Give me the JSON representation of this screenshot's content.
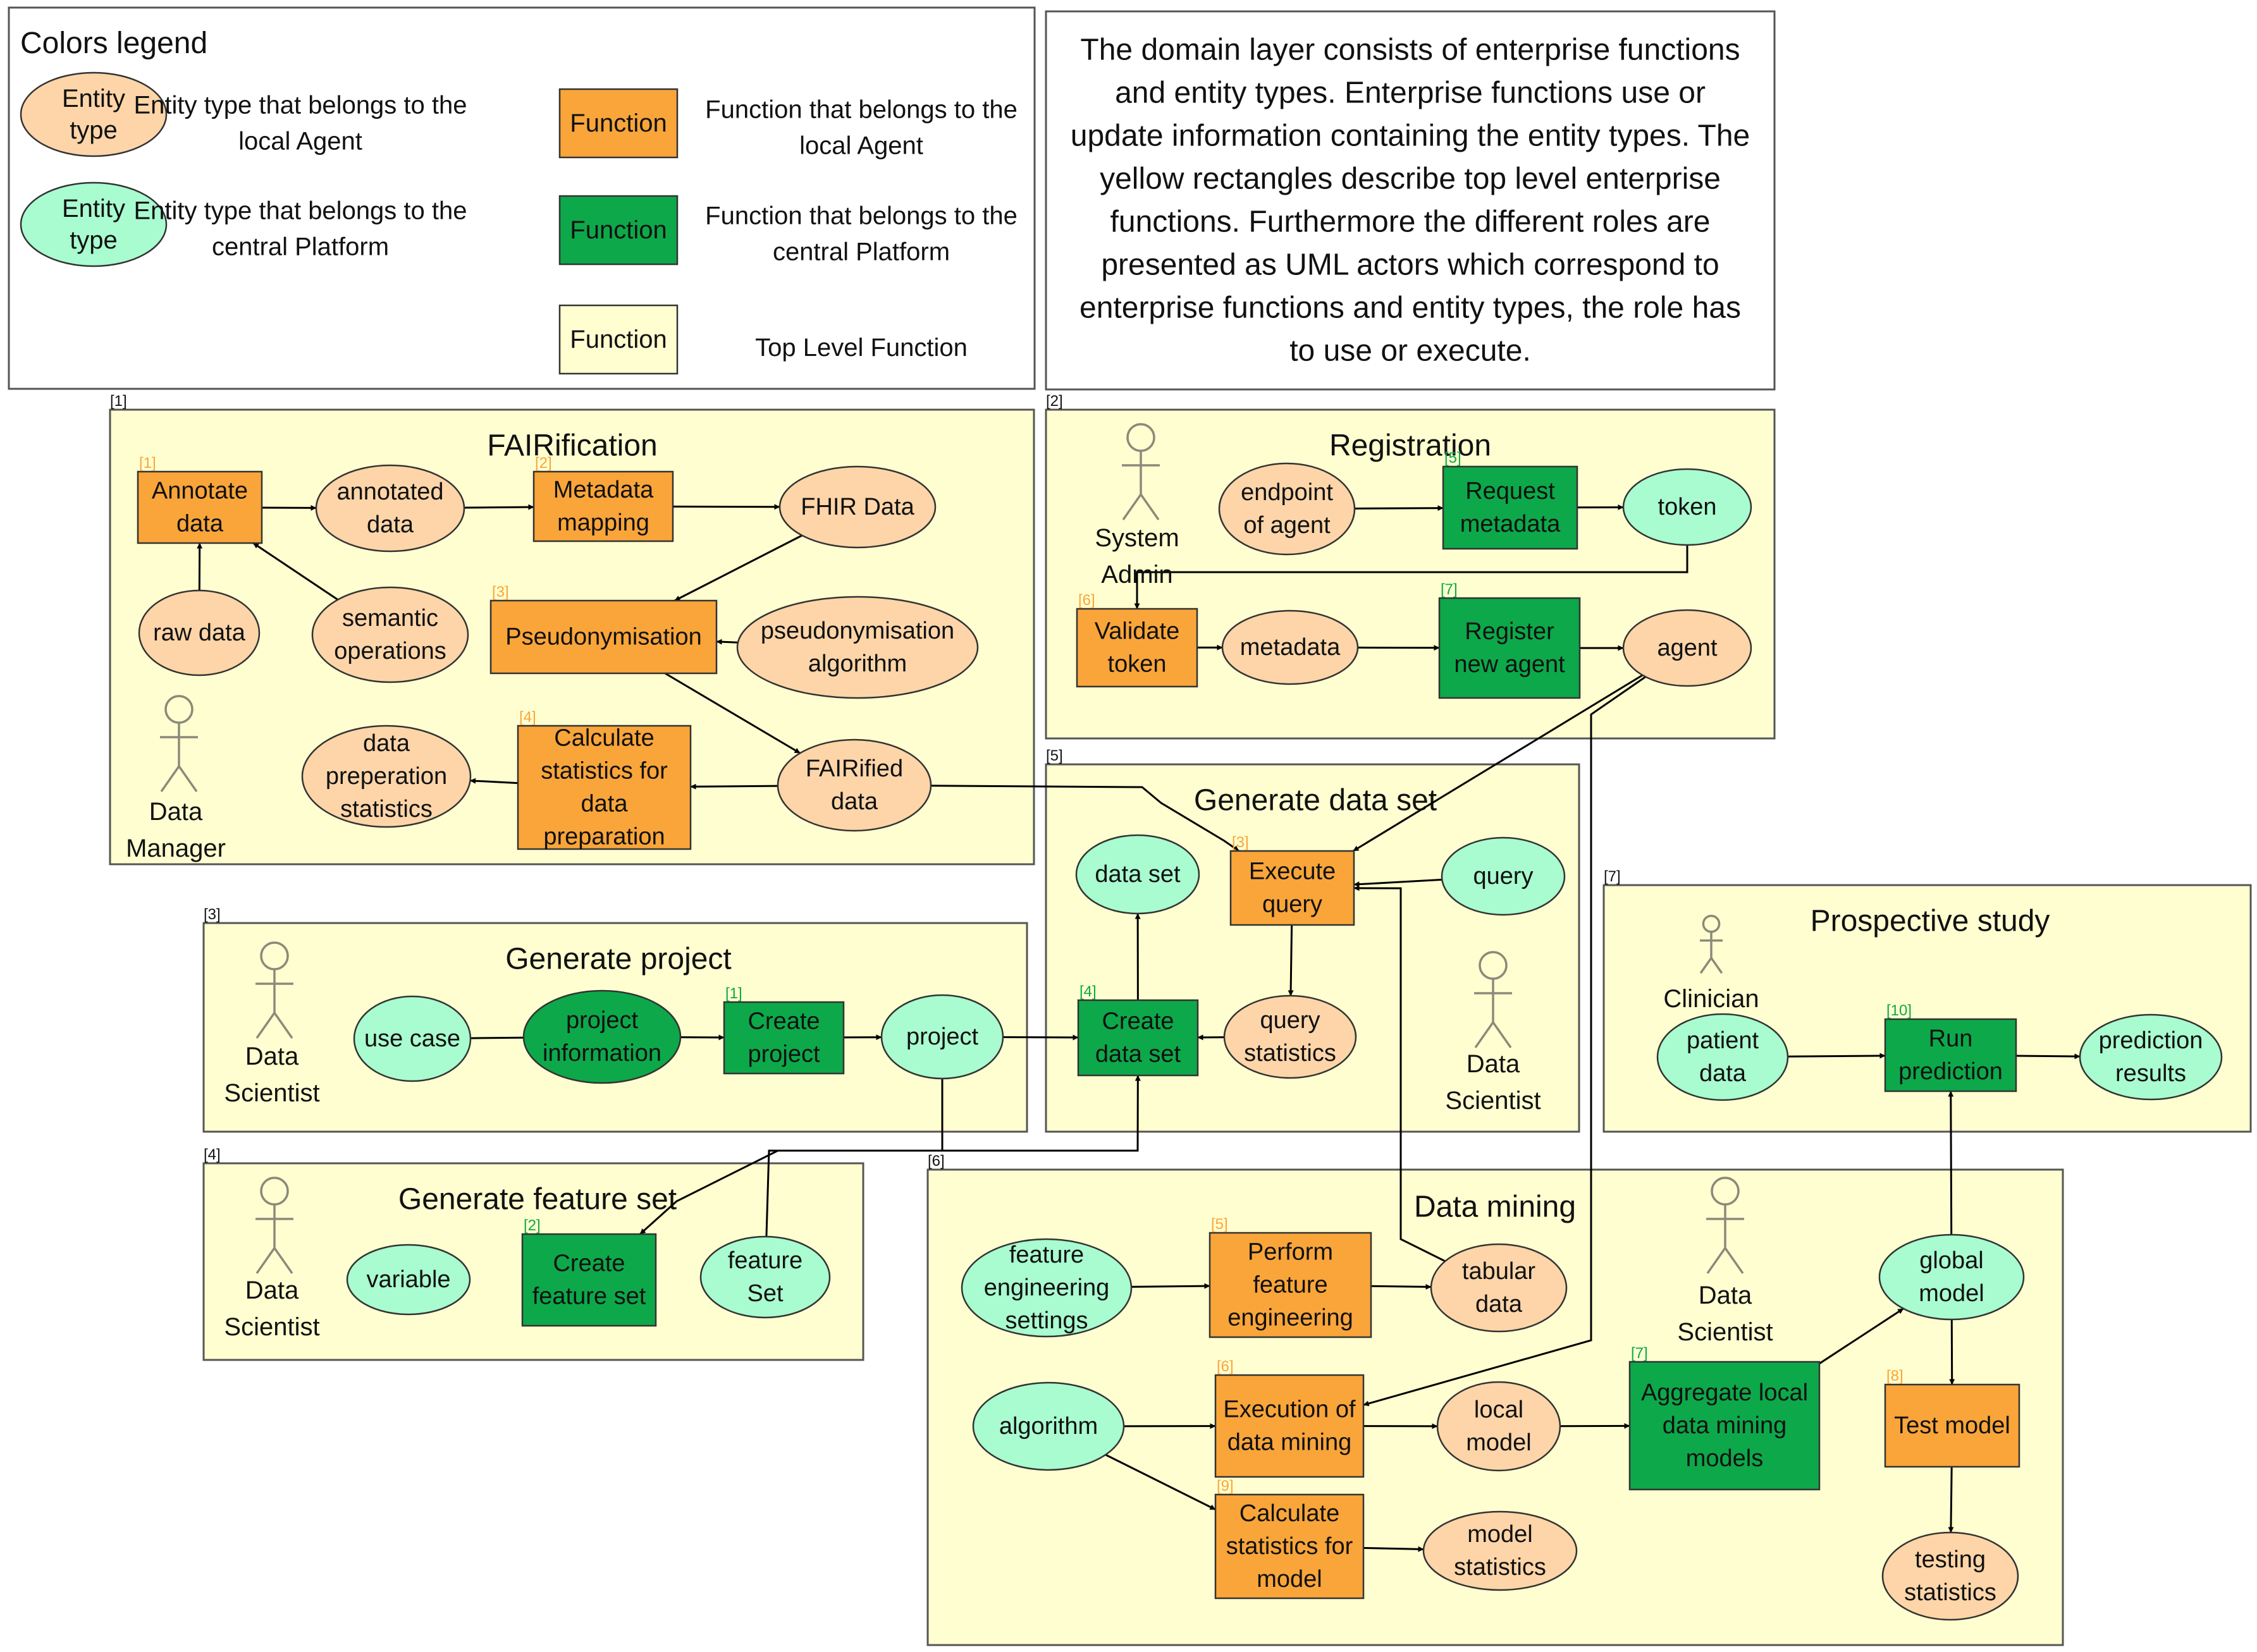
{
  "legend": {
    "title": "Colors legend",
    "rows": [
      {
        "sample": "Entity type",
        "desc": "Entity type that belongs to the local Agent"
      },
      {
        "sample": "Entity type",
        "desc": "Entity type that belongs to the central Platform"
      },
      {
        "sample": "Function",
        "desc": "Function that belongs to the local Agent"
      },
      {
        "sample": "Function",
        "desc": "Function that belongs to the central Platform"
      },
      {
        "sample": "Function",
        "desc": "Top Level Function"
      }
    ]
  },
  "intro": "The domain layer consists of enterprise functions and entity types. Enterprise functions use or update information containing the entity types. The yellow rectangles describe top level enterprise functions. Furthermore the different roles are presented as UML actors which correspond to enterprise functions and entity types, the role has to use or execute.",
  "colors": {
    "local_entity": "#fdd5a8",
    "central_entity": "#a8fcd0",
    "local_function": "#f9a53a",
    "central_function": "#0da84a",
    "top_level": "#fffed0",
    "tag_local": "#f9a53a",
    "tag_central": "#0da84a"
  },
  "panels": [
    {
      "id": "fair",
      "tag": "[1]",
      "title": "FAIRification"
    },
    {
      "id": "reg",
      "tag": "[2]",
      "title": "Registration"
    },
    {
      "id": "proj",
      "tag": "[3]",
      "title": "Generate project"
    },
    {
      "id": "feat",
      "tag": "[4]",
      "title": "Generate feature set"
    },
    {
      "id": "gen",
      "tag": "[5]",
      "title": "Generate data set"
    },
    {
      "id": "dm",
      "tag": "[6]",
      "title": "Data mining"
    },
    {
      "id": "pros",
      "tag": "[7]",
      "title": "Prospective study"
    }
  ],
  "actors": [
    {
      "id": "dmgr",
      "label": "Data Manager"
    },
    {
      "id": "sysadmin",
      "label": "System Admin"
    },
    {
      "id": "ds_proj",
      "label": "Data Scientist"
    },
    {
      "id": "ds_feat",
      "label": "Data Scientist"
    },
    {
      "id": "ds_gen",
      "label": "Data Scientist"
    },
    {
      "id": "ds_dm",
      "label": "Data Scientist"
    },
    {
      "id": "clin",
      "label": "Clinician"
    }
  ],
  "nodes": [
    {
      "id": "annotate",
      "kind": "local_function",
      "label": "Annotate data",
      "num": "[1]"
    },
    {
      "id": "annotated",
      "kind": "local_entity",
      "label": "annotated data"
    },
    {
      "id": "mapping",
      "kind": "local_function",
      "label": "Metadata mapping",
      "num": "[2]"
    },
    {
      "id": "fhir",
      "kind": "local_entity",
      "label": "FHIR Data"
    },
    {
      "id": "raw",
      "kind": "local_entity",
      "label": "raw data"
    },
    {
      "id": "semantic",
      "kind": "local_entity",
      "label": "semantic operations"
    },
    {
      "id": "pseudo",
      "kind": "local_function",
      "label": "Pseudonymisation",
      "num": "[3]"
    },
    {
      "id": "pseudoalg",
      "kind": "local_entity",
      "label": "pseudonymisation algorithm"
    },
    {
      "id": "calcstat",
      "kind": "local_function",
      "label": "Calculate statistics for data preparation",
      "num": "[4]"
    },
    {
      "id": "prepstat",
      "kind": "local_entity",
      "label": "data preperation statistics"
    },
    {
      "id": "fairified",
      "kind": "local_entity",
      "label": "FAIRified data"
    },
    {
      "id": "endpoint",
      "kind": "local_entity",
      "label": "endpoint of agent"
    },
    {
      "id": "reqmeta",
      "kind": "central_function",
      "label": "Request metadata",
      "num": "[5]"
    },
    {
      "id": "token",
      "kind": "central_entity",
      "label": "token"
    },
    {
      "id": "validate",
      "kind": "local_function",
      "label": "Validate token",
      "num": "[6]"
    },
    {
      "id": "metadata",
      "kind": "local_entity",
      "label": "metadata"
    },
    {
      "id": "register",
      "kind": "central_function",
      "label": "Register new agent",
      "num": "[7]"
    },
    {
      "id": "agent",
      "kind": "local_entity",
      "label": "agent"
    },
    {
      "id": "dataset",
      "kind": "central_entity",
      "label": "data set"
    },
    {
      "id": "execquery",
      "kind": "local_function",
      "label": "Execute query",
      "num": "[3]"
    },
    {
      "id": "query",
      "kind": "central_entity",
      "label": "query"
    },
    {
      "id": "createds",
      "kind": "central_function",
      "label": "Create data set",
      "num": "[4]"
    },
    {
      "id": "querystat",
      "kind": "local_entity",
      "label": "query statistics"
    },
    {
      "id": "usecase",
      "kind": "central_entity",
      "label": "use case"
    },
    {
      "id": "projinfo",
      "kind": "central_function",
      "label": "project information"
    },
    {
      "id": "createproj",
      "kind": "central_function",
      "label": "Create project",
      "num": "[1]"
    },
    {
      "id": "project",
      "kind": "central_entity",
      "label": "project"
    },
    {
      "id": "variable",
      "kind": "central_entity",
      "label": "variable"
    },
    {
      "id": "createfeat",
      "kind": "central_function",
      "label": "Create feature set",
      "num": "[2]"
    },
    {
      "id": "featset",
      "kind": "central_entity",
      "label": "feature Set"
    },
    {
      "id": "patient",
      "kind": "central_entity",
      "label": "patient data"
    },
    {
      "id": "runpred",
      "kind": "central_function",
      "label": "Run prediction",
      "num": "[10]"
    },
    {
      "id": "predres",
      "kind": "central_entity",
      "label": "prediction results"
    },
    {
      "id": "featset2",
      "kind": "central_entity",
      "label": "feature engineering settings"
    },
    {
      "id": "perffeat",
      "kind": "local_function",
      "label": "Perform feature engineering",
      "num": "[5]"
    },
    {
      "id": "tabular",
      "kind": "local_entity",
      "label": "tabular data"
    },
    {
      "id": "algorithm",
      "kind": "central_entity",
      "label": "algorithm"
    },
    {
      "id": "execdm",
      "kind": "local_function",
      "label": "Execution of data mining",
      "num": "[6]"
    },
    {
      "id": "localmodel",
      "kind": "local_entity",
      "label": "local model"
    },
    {
      "id": "aggregate",
      "kind": "central_function",
      "label": "Aggregate local data mining models",
      "num": "[7]"
    },
    {
      "id": "globalmodel",
      "kind": "central_entity",
      "label": "global model"
    },
    {
      "id": "testmodel",
      "kind": "local_function",
      "label": "Test model",
      "num": "[8]"
    },
    {
      "id": "testingstat",
      "kind": "local_entity",
      "label": "testing statistics"
    },
    {
      "id": "calcmodel",
      "kind": "local_function",
      "label": "Calculate statistics for model",
      "num": "[9]"
    },
    {
      "id": "modelstat",
      "kind": "local_entity",
      "label": "model statistics"
    }
  ]
}
